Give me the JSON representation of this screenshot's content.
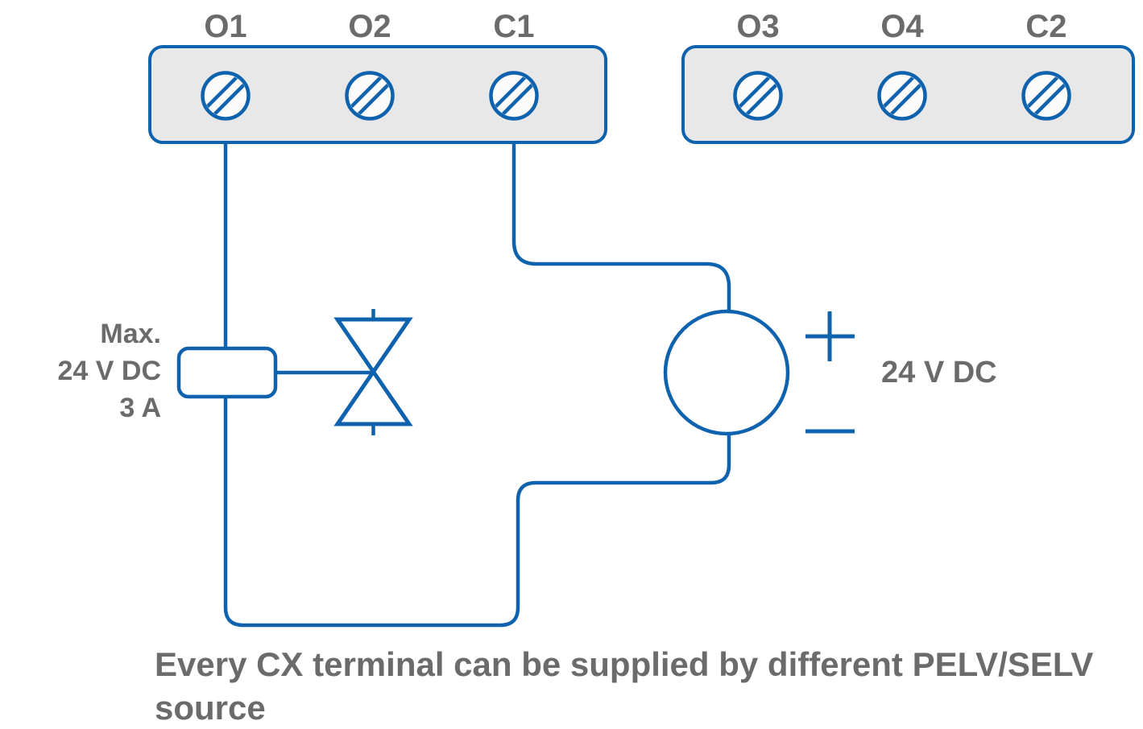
{
  "diagram": {
    "background_color": "#ffffff",
    "colors": {
      "line_blue": "#0f62ad",
      "text_gray": "#6b6b6b",
      "terminal_block_fill": "#e8e8e8",
      "screw_fill": "#fbfbfb"
    },
    "terminal_blocks": [
      {
        "name": "left-terminal-strip",
        "terminals": [
          {
            "label": "O1"
          },
          {
            "label": "O2"
          },
          {
            "label": "C1"
          }
        ]
      },
      {
        "name": "right-terminal-strip",
        "terminals": [
          {
            "label": "O3"
          },
          {
            "label": "O4"
          },
          {
            "label": "C2"
          }
        ]
      }
    ],
    "load_rating_lines": [
      "Max.",
      "24 V DC",
      "3 A"
    ],
    "supply_voltage_label": "24 V DC",
    "caption_lines": [
      "Every CX terminal can be supplied by different PELV/SELV",
      "source"
    ],
    "icons": {
      "screw": "screw-terminal-icon",
      "coil": "relay-coil-icon",
      "valve": "solenoid-valve-icon",
      "power_source": "dc-power-source-icon",
      "plus": "plus-icon",
      "minus": "minus-icon"
    }
  }
}
